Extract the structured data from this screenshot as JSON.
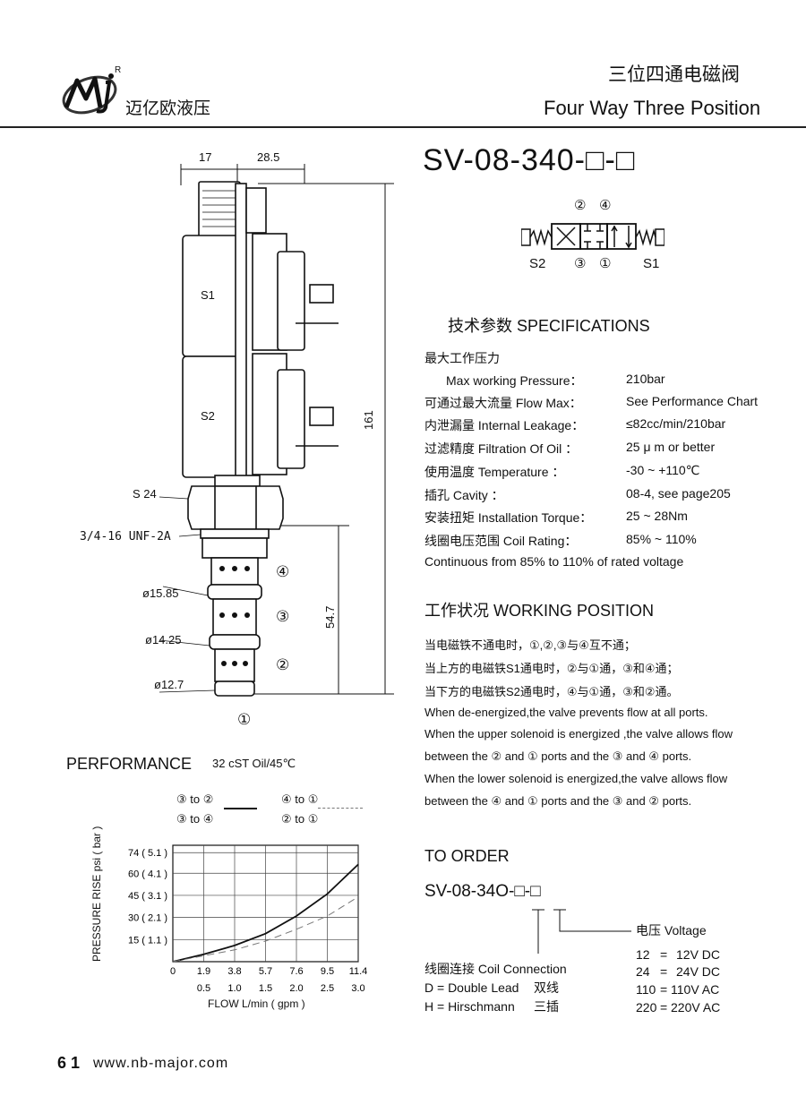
{
  "header": {
    "brand_cn": "迈亿欧液压",
    "logo_mark": "R",
    "title_cn": "三位四通电磁阀",
    "title_en": "Four Way Three Position"
  },
  "model": {
    "code": "SV-08-340-□-□"
  },
  "symbol": {
    "port_top_left": "②",
    "port_top_right": "④",
    "label_s2": "S2",
    "port_bottom_left": "③",
    "port_bottom_right": "①",
    "label_s1": "S1"
  },
  "drawing": {
    "dim_17": "17",
    "dim_28_5": "28.5",
    "dim_161": "161",
    "dim_54_7": "54.7",
    "coil_s1": "S1",
    "coil_s2": "S2",
    "hex": "S 24",
    "thread": "3/4-16 UNF-2A",
    "dia_1": "ø15.85",
    "dia_2": "ø14.25",
    "dia_3": "ø12.7",
    "port_4": "④",
    "port_3": "③",
    "port_2": "②",
    "port_1": "①"
  },
  "specs": {
    "heading": "技术参数 SPECIFICATIONS",
    "rows": [
      {
        "label": "最大工作压力",
        "value": ""
      },
      {
        "label": "Max working Pressure：",
        "value": "210bar"
      },
      {
        "label": "可通过最大流量 Flow Max：",
        "value": "See Performance Chart"
      },
      {
        "label": "内泄漏量 Internal Leakage：",
        "value": "≤82cc/min/210bar"
      },
      {
        "label": "过滤精度 Filtration Of Oil ：",
        "value": "25 μ m or better"
      },
      {
        "label": "使用温度 Temperature ：",
        "value": "-30 ~ +110℃"
      },
      {
        "label": "插孔 Cavity ：",
        "value": "08-4, see page205"
      },
      {
        "label": "安装扭矩 Installation Torque：",
        "value": "25 ~ 28Nm"
      },
      {
        "label": "线圈电压范围 Coil Rating：",
        "value": "85% ~ 110%"
      },
      {
        "label": "Continuous from 85% to 110% of rated voltage",
        "value": ""
      }
    ]
  },
  "working": {
    "heading": "工作状况 WORKING POSITION",
    "lines": [
      "当电磁铁不通电时，①,②,③与④互不通；",
      "当上方的电磁铁S1通电时，②与①通，③和④通；",
      "当下方的电磁铁S2通电时，④与①通，③和②通。",
      "When de-energized,the valve prevents  flow at all ports.",
      "When the upper solenoid is energized ,the valve allows flow",
      "between the ② and ① ports and the ③ and ④ ports.",
      "When the lower solenoid is energized,the valve allows flow",
      "between the ④ and ① ports and the ③ and ② ports."
    ]
  },
  "order": {
    "heading": "TO ORDER",
    "code": "SV-08-34O-□-□",
    "voltage_label": "电压  Voltage",
    "voltages": [
      {
        "code": "12",
        "eq": "=",
        "value": "12V DC"
      },
      {
        "code": "24",
        "eq": "=",
        "value": "24V DC"
      },
      {
        "code": "110",
        "eq": "=",
        "value": "110V AC"
      },
      {
        "code": "220",
        "eq": "=",
        "value": "220V AC"
      }
    ],
    "coil_label": "线圈连接  Coil Connection",
    "coil_options": [
      {
        "code": "D = Double Lead",
        "cn": "双线"
      },
      {
        "code": "H = Hirschmann",
        "cn": "三插"
      }
    ]
  },
  "performance": {
    "heading": "PERFORMANCE",
    "condition": "32 cST Oil/45℃",
    "legend": [
      {
        "label": "③ to ②",
        "style": "solid"
      },
      {
        "label": "③ to ④",
        "style": "solid"
      },
      {
        "label": "④ to ①",
        "style": "dashed"
      },
      {
        "label": "② to ①",
        "style": "dashed"
      }
    ]
  },
  "chart_data": {
    "type": "line",
    "title": "",
    "xlabel": "FLOW L/min ( gpm )",
    "ylabel": "PRESSURE RISE psi ( bar )",
    "x_ticks_lpm": [
      "0",
      "1.9",
      "3.8",
      "5.7",
      "7.6",
      "9.5",
      "11.4"
    ],
    "x_ticks_gpm": [
      "0.5",
      "1.0",
      "1.5",
      "2.0",
      "2.5",
      "3.0"
    ],
    "y_ticks": [
      "15 ( 1.1 )",
      "30 ( 2.1 )",
      "45 ( 3.1 )",
      "60 ( 4.1 )",
      "74 ( 5.1 )"
    ],
    "xlim": [
      0,
      11.4
    ],
    "ylim": [
      0,
      79
    ],
    "grid": true,
    "series": [
      {
        "name": "③ to ② / ③ to ④",
        "style": "solid",
        "x": [
          0,
          1.9,
          3.8,
          5.7,
          7.6,
          9.5,
          11.4
        ],
        "y": [
          0,
          5,
          11,
          19,
          31,
          46,
          66
        ]
      },
      {
        "name": "④ to ① / ② to ①",
        "style": "dashed",
        "x": [
          0,
          1.9,
          3.8,
          5.7,
          7.6,
          9.5,
          11.4
        ],
        "y": [
          0,
          4,
          8,
          14,
          22,
          31,
          44
        ]
      }
    ]
  },
  "footer": {
    "page": "6 1",
    "url": "www.nb-major.com"
  }
}
